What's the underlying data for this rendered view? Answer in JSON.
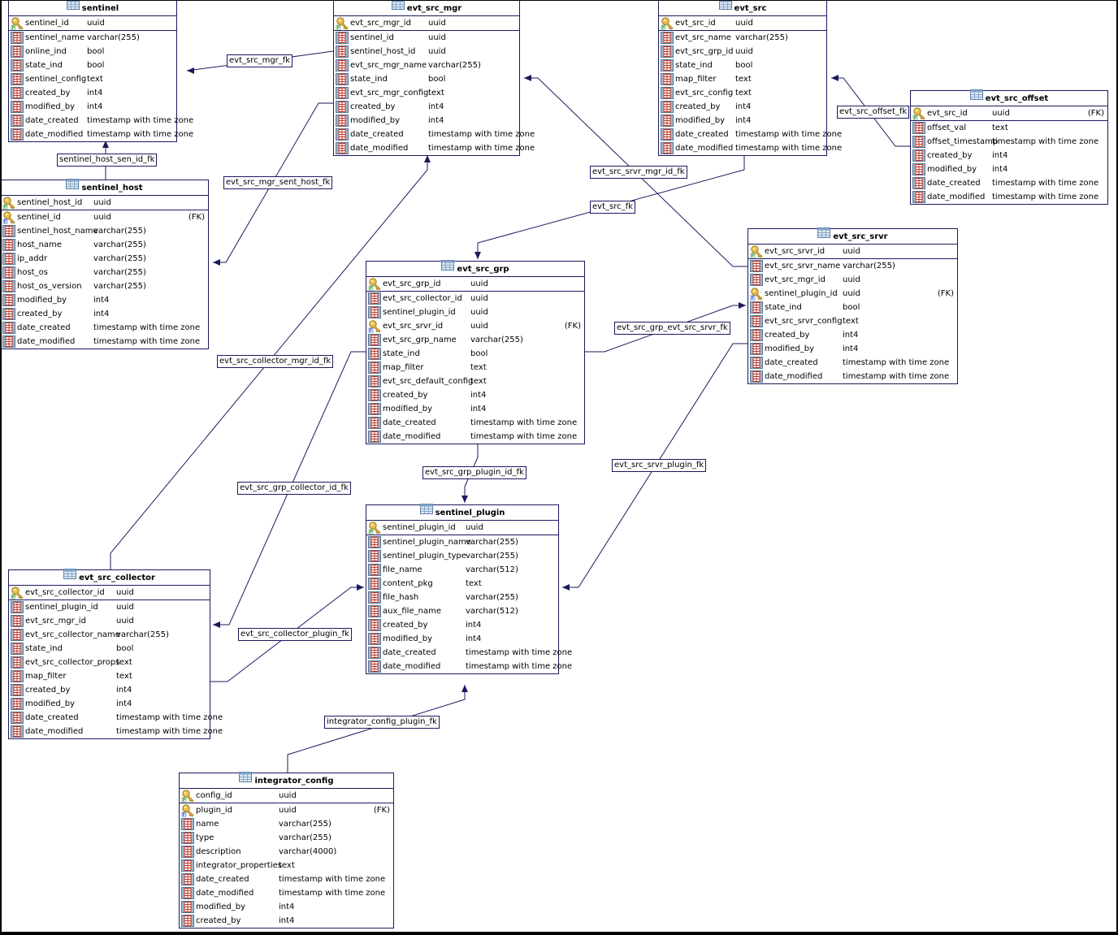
{
  "diagram_title": "Database schema ER diagram",
  "colors": {
    "line": "#1a1a5e",
    "key": "#d9a82a",
    "column_icon": "#c0392b"
  },
  "tables": {
    "sentinel": {
      "name": "sentinel",
      "columns": [
        {
          "name": "sentinel_id",
          "type": "uuid",
          "key": "pk"
        },
        {
          "name": "sentinel_name",
          "type": "varchar(255)"
        },
        {
          "name": "online_ind",
          "type": "bool"
        },
        {
          "name": "state_ind",
          "type": "bool"
        },
        {
          "name": "sentinel_config",
          "type": "text"
        },
        {
          "name": "created_by",
          "type": "int4"
        },
        {
          "name": "modified_by",
          "type": "int4"
        },
        {
          "name": "date_created",
          "type": "timestamp with time zone"
        },
        {
          "name": "date_modified",
          "type": "timestamp with time zone"
        }
      ]
    },
    "evt_src_mgr": {
      "name": "evt_src_mgr",
      "columns": [
        {
          "name": "evt_src_mgr_id",
          "type": "uuid",
          "key": "pk"
        },
        {
          "name": "sentinel_id",
          "type": "uuid"
        },
        {
          "name": "sentinel_host_id",
          "type": "uuid"
        },
        {
          "name": "evt_src_mgr_name",
          "type": "varchar(255)"
        },
        {
          "name": "state_ind",
          "type": "bool"
        },
        {
          "name": "evt_src_mgr_config",
          "type": "text"
        },
        {
          "name": "created_by",
          "type": "int4"
        },
        {
          "name": "modified_by",
          "type": "int4"
        },
        {
          "name": "date_created",
          "type": "timestamp with time zone"
        },
        {
          "name": "date_modified",
          "type": "timestamp with time zone"
        }
      ]
    },
    "evt_src": {
      "name": "evt_src",
      "columns": [
        {
          "name": "evt_src_id",
          "type": "uuid",
          "key": "pk"
        },
        {
          "name": "evt_src_name",
          "type": "varchar(255)"
        },
        {
          "name": "evt_src_grp_id",
          "type": "uuid"
        },
        {
          "name": "state_ind",
          "type": "bool"
        },
        {
          "name": "map_filter",
          "type": "text"
        },
        {
          "name": "evt_src_config",
          "type": "text"
        },
        {
          "name": "created_by",
          "type": "int4"
        },
        {
          "name": "modified_by",
          "type": "int4"
        },
        {
          "name": "date_created",
          "type": "timestamp with time zone"
        },
        {
          "name": "date_modified",
          "type": "timestamp with time zone"
        }
      ]
    },
    "evt_src_offset": {
      "name": "evt_src_offset",
      "columns": [
        {
          "name": "evt_src_id",
          "type": "uuid",
          "key": "pk",
          "fk": "(FK)"
        },
        {
          "name": "offset_val",
          "type": "text"
        },
        {
          "name": "offset_timestamp",
          "type": "timestamp with time zone"
        },
        {
          "name": "created_by",
          "type": "int4"
        },
        {
          "name": "modified_by",
          "type": "int4"
        },
        {
          "name": "date_created",
          "type": "timestamp with time zone"
        },
        {
          "name": "date_modified",
          "type": "timestamp with time zone"
        }
      ]
    },
    "sentinel_host": {
      "name": "sentinel_host",
      "columns": [
        {
          "name": "sentinel_host_id",
          "type": "uuid",
          "key": "pk"
        },
        {
          "name": "sentinel_id",
          "type": "uuid",
          "key": "fkey",
          "fk": "(FK)"
        },
        {
          "name": "sentinel_host_name",
          "type": "varchar(255)"
        },
        {
          "name": "host_name",
          "type": "varchar(255)"
        },
        {
          "name": "ip_addr",
          "type": "varchar(255)"
        },
        {
          "name": "host_os",
          "type": "varchar(255)"
        },
        {
          "name": "host_os_version",
          "type": "varchar(255)"
        },
        {
          "name": "modified_by",
          "type": "int4"
        },
        {
          "name": "created_by",
          "type": "int4"
        },
        {
          "name": "date_created",
          "type": "timestamp with time zone"
        },
        {
          "name": "date_modified",
          "type": "timestamp with time zone"
        }
      ]
    },
    "evt_src_grp": {
      "name": "evt_src_grp",
      "columns": [
        {
          "name": "evt_src_grp_id",
          "type": "uuid",
          "key": "pk"
        },
        {
          "name": "evt_src_collector_id",
          "type": "uuid"
        },
        {
          "name": "sentinel_plugin_id",
          "type": "uuid"
        },
        {
          "name": "evt_src_srvr_id",
          "type": "uuid",
          "key": "fkey",
          "fk": "(FK)"
        },
        {
          "name": "evt_src_grp_name",
          "type": "varchar(255)"
        },
        {
          "name": "state_ind",
          "type": "bool"
        },
        {
          "name": "map_filter",
          "type": "text"
        },
        {
          "name": "evt_src_default_config",
          "type": "text"
        },
        {
          "name": "created_by",
          "type": "int4"
        },
        {
          "name": "modified_by",
          "type": "int4"
        },
        {
          "name": "date_created",
          "type": "timestamp with time zone"
        },
        {
          "name": "date_modified",
          "type": "timestamp with time zone"
        }
      ]
    },
    "evt_src_srvr": {
      "name": "evt_src_srvr",
      "columns": [
        {
          "name": "evt_src_srvr_id",
          "type": "uuid",
          "key": "pk"
        },
        {
          "name": "evt_src_srvr_name",
          "type": "varchar(255)"
        },
        {
          "name": "evt_src_mgr_id",
          "type": "uuid"
        },
        {
          "name": "sentinel_plugin_id",
          "type": "uuid",
          "key": "fkey",
          "fk": "(FK)"
        },
        {
          "name": "state_ind",
          "type": "bool"
        },
        {
          "name": "evt_src_srvr_config",
          "type": "text"
        },
        {
          "name": "created_by",
          "type": "int4"
        },
        {
          "name": "modified_by",
          "type": "int4"
        },
        {
          "name": "date_created",
          "type": "timestamp with time zone"
        },
        {
          "name": "date_modified",
          "type": "timestamp with time zone"
        }
      ]
    },
    "sentinel_plugin": {
      "name": "sentinel_plugin",
      "columns": [
        {
          "name": "sentinel_plugin_id",
          "type": "uuid",
          "key": "pk"
        },
        {
          "name": "sentinel_plugin_name",
          "type": "varchar(255)"
        },
        {
          "name": "sentinel_plugin_type",
          "type": "varchar(255)"
        },
        {
          "name": "file_name",
          "type": "varchar(512)"
        },
        {
          "name": "content_pkg",
          "type": "text"
        },
        {
          "name": "file_hash",
          "type": "varchar(255)"
        },
        {
          "name": "aux_file_name",
          "type": "varchar(512)"
        },
        {
          "name": "created_by",
          "type": "int4"
        },
        {
          "name": "modified_by",
          "type": "int4"
        },
        {
          "name": "date_created",
          "type": "timestamp with time zone"
        },
        {
          "name": "date_modified",
          "type": "timestamp with time zone"
        }
      ]
    },
    "evt_src_collector": {
      "name": "evt_src_collector",
      "columns": [
        {
          "name": "evt_src_collector_id",
          "type": "uuid",
          "key": "pk"
        },
        {
          "name": "sentinel_plugin_id",
          "type": "uuid"
        },
        {
          "name": "evt_src_mgr_id",
          "type": "uuid"
        },
        {
          "name": "evt_src_collector_name",
          "type": "varchar(255)"
        },
        {
          "name": "state_ind",
          "type": "bool"
        },
        {
          "name": "evt_src_collector_props",
          "type": "text"
        },
        {
          "name": "map_filter",
          "type": "text"
        },
        {
          "name": "created_by",
          "type": "int4"
        },
        {
          "name": "modified_by",
          "type": "int4"
        },
        {
          "name": "date_created",
          "type": "timestamp with time zone"
        },
        {
          "name": "date_modified",
          "type": "timestamp with time zone"
        }
      ]
    },
    "integrator_config": {
      "name": "integrator_config",
      "columns": [
        {
          "name": "config_id",
          "type": "uuid",
          "key": "pk"
        },
        {
          "name": "plugin_id",
          "type": "uuid",
          "key": "fkey",
          "fk": "(FK)"
        },
        {
          "name": "name",
          "type": "varchar(255)"
        },
        {
          "name": "type",
          "type": "varchar(255)"
        },
        {
          "name": "description",
          "type": "varchar(4000)"
        },
        {
          "name": "integrator_properties",
          "type": "text"
        },
        {
          "name": "date_created",
          "type": "timestamp with time zone"
        },
        {
          "name": "date_modified",
          "type": "timestamp with time zone"
        },
        {
          "name": "modified_by",
          "type": "int4"
        },
        {
          "name": "created_by",
          "type": "int4"
        }
      ]
    }
  },
  "relationships": [
    {
      "id": "evt_src_mgr_fk",
      "label": "evt_src_mgr_fk",
      "from": "evt_src_mgr",
      "to": "sentinel"
    },
    {
      "id": "sentinel_host_sen_id_fk",
      "label": "sentinel_host_sen_id_fk",
      "from": "sentinel_host",
      "to": "sentinel"
    },
    {
      "id": "evt_src_mgr_sent_host_fk",
      "label": "evt_src_mgr_sent_host_fk",
      "from": "evt_src_mgr",
      "to": "sentinel_host"
    },
    {
      "id": "evt_src_offset_fk",
      "label": "evt_src_offset_fk",
      "from": "evt_src_offset",
      "to": "evt_src"
    },
    {
      "id": "evt_src_srvr_mgr_id_fk",
      "label": "evt_src_srvr_mgr_id_fk",
      "from": "evt_src_srvr",
      "to": "evt_src_mgr"
    },
    {
      "id": "evt_src_fk",
      "label": "evt_src_fk",
      "from": "evt_src",
      "to": "evt_src_grp"
    },
    {
      "id": "evt_src_grp_evt_src_srvr_fk",
      "label": "evt_src_grp_evt_src_srvr_fk",
      "from": "evt_src_grp",
      "to": "evt_src_srvr"
    },
    {
      "id": "evt_src_collector_mgr_id_fk",
      "label": "evt_src_collector_mgr_id_fk",
      "from": "evt_src_collector",
      "to": "evt_src_mgr"
    },
    {
      "id": "evt_src_grp_plugin_id_fk",
      "label": "evt_src_grp_plugin_id_fk",
      "from": "evt_src_grp",
      "to": "sentinel_plugin"
    },
    {
      "id": "evt_src_srvr_plugin_fk",
      "label": "evt_src_srvr_plugin_fk",
      "from": "evt_src_srvr",
      "to": "sentinel_plugin"
    },
    {
      "id": "evt_src_grp_collector_id_fk",
      "label": "evt_src_grp_collector_id_fk",
      "from": "evt_src_grp",
      "to": "evt_src_collector"
    },
    {
      "id": "evt_src_collector_plugin_fk",
      "label": "evt_src_collector_plugin_fk",
      "from": "evt_src_collector",
      "to": "sentinel_plugin"
    },
    {
      "id": "integrator_config_plugin_fk",
      "label": "integrator_config_plugin_fk",
      "from": "integrator_config",
      "to": "sentinel_plugin"
    }
  ]
}
